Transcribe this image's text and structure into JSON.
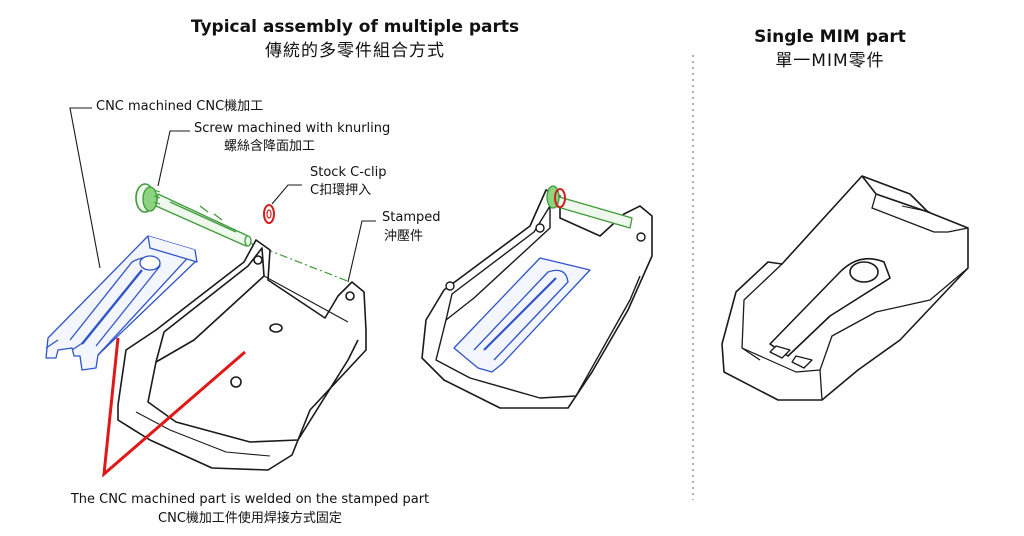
{
  "left_section": {
    "title": "Typical assembly of multiple parts",
    "subtitle": "傳統的多零件組合方式"
  },
  "right_section": {
    "title": "Single MIM part",
    "subtitle": "單一MIM零件"
  },
  "callouts": {
    "cnc": "CNC machined CNC機加工",
    "screw_en": "Screw machined with knurling",
    "screw_zh": "螺絲含降面加工",
    "clip_en": "Stock C-clip",
    "clip_zh": "C扣環押入",
    "stamped_en": "Stamped",
    "stamped_zh": "沖壓件"
  },
  "caption": {
    "en": "The CNC machined part is welded on the stamped part",
    "zh": "CNC機加工件使用焊接方式固定"
  },
  "colors": {
    "cnc_part": "#2f55c8",
    "screw": "#3f9a3a",
    "clip": "#d42020",
    "weld_marker": "#e01818",
    "outline": "#1a1a1a",
    "divider": "#8a8a8a"
  }
}
